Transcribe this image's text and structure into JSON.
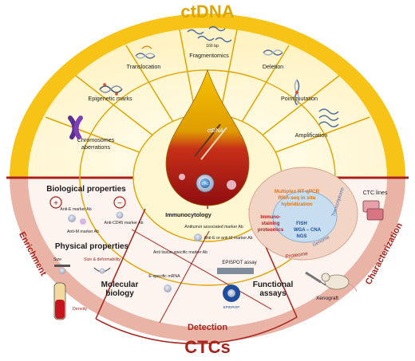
{
  "header": {
    "title": "ctDNA"
  },
  "footer": {
    "title": "CTCs",
    "ring_label": "Detection"
  },
  "ctdna_segments": {
    "chromosomes": "Chromosomes aberrations",
    "epigenetic": "Epigenetic marks",
    "translocation": "Translocation",
    "fragmentomics": "Fragmentomics",
    "fragment_size": "166 bp",
    "deletion": "Deletion",
    "point_mutation": "Point mutation",
    "amplification": "Amplification"
  },
  "drop": {
    "ctdna_label": "ctDNA",
    "ctc_label": "CTC"
  },
  "enrichment": {
    "ring_label": "Enrichment",
    "biological_title": "Biological properties",
    "plus_sign": "+",
    "minus_sign": "−",
    "anti_e_marker": "Anti-E marker Ab",
    "anti_cd45": "Anti-CD45 marker Ab",
    "anti_m_marker": "Anti-M marker Ab",
    "physical_title": "Physical properties",
    "size": "Size",
    "size_deform": "Size & deformability",
    "density": "Density"
  },
  "detection": {
    "immunocytology": "Immunocytology",
    "antitumor": "Antitumor associated marker Ab",
    "anti_e_or_m": "Anti-E or anti-M marker Ab",
    "anti_tissue": "Anti tissue-specific marker Ab",
    "e_specific_mrna": "E-specific mRNA",
    "molecular_biology": "Molecular biology",
    "epispot": "EPISPOT assay",
    "epidrop": "EPIDROP",
    "functional": "Functional assays"
  },
  "characterization": {
    "ring_label": "Characterization",
    "multiplex_line1": "Multiplex RT-qPCR",
    "multiplex_line2": "RNA-seq in situ",
    "multiplex_line3": "hybridization",
    "immuno_line1": "Immuno-",
    "immuno_line2": "staining",
    "immuno_line3": "proteomics",
    "fish": "FISH",
    "wga_cna": "WGA – CNA",
    "ngs": "NGS",
    "genome": "Genome",
    "transcriptome": "Transcriptome",
    "proteome": "Proteome",
    "ctc_lines": "CTC lines",
    "xenograft": "Xenograft"
  },
  "colors": {
    "ctdna_accent": "#e0a500",
    "ctcs_accent": "#a8231b",
    "drop_gold": "#d99a00",
    "drop_red": "#c4161c"
  }
}
